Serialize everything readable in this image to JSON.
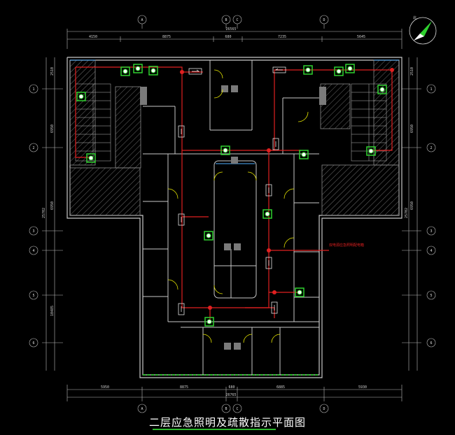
{
  "title": "二层应急照明及疏散指示平面图",
  "dimensions": {
    "top_total": "26565",
    "top_segments": [
      "4150",
      "8875",
      "680",
      "7235",
      "5645"
    ],
    "bottom_total": "26765",
    "bottom_segments": [
      "5950",
      "8875",
      "680",
      "6885",
      "5930"
    ],
    "left_segments": [
      "2510",
      "6950",
      "6950",
      "10485"
    ],
    "left_total": "25702",
    "right_segments": [
      "2510",
      "6950",
      "6950"
    ],
    "right_total": "25702"
  },
  "grid_axes": {
    "top": [
      "A",
      "B",
      "C",
      "D"
    ],
    "bottom": [
      "A",
      "B",
      "C",
      "D"
    ],
    "left": [
      "1",
      "2",
      "3",
      "4",
      "5",
      "6"
    ],
    "right": [
      "1",
      "2",
      "3",
      "4",
      "5",
      "6"
    ]
  },
  "annotation": "双电源应急照明配电箱",
  "compass_label": "北",
  "colors": {
    "wall": "#c8c8c8",
    "circuit": "#e02020",
    "fixture": "#2fd12f",
    "hatch": "#8a8a8a",
    "door": "#e6e600",
    "column": "#7a7a7a",
    "accent": "#4fb0ff"
  }
}
